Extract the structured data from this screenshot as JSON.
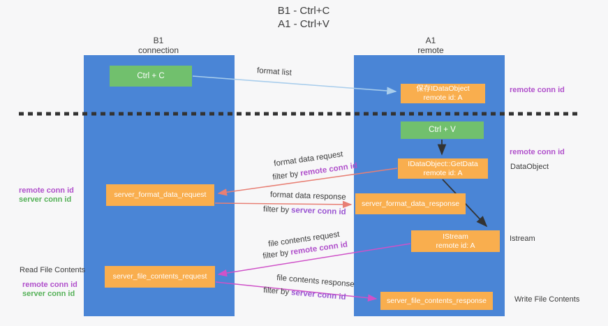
{
  "title": {
    "line1": "B1 - Ctrl+C",
    "line2": "A1 - Ctrl+V"
  },
  "columns": {
    "b1": {
      "name": "B1",
      "subtitle": "connection"
    },
    "a1": {
      "name": "A1",
      "subtitle": "remote"
    }
  },
  "nodes": {
    "ctrl_c": {
      "label": "Ctrl + C"
    },
    "save_idataobject": {
      "line1": "保存IDataObject",
      "line2": "remote id: A"
    },
    "ctrl_v": {
      "label": "Ctrl + V"
    },
    "getdata": {
      "line1": "IDataObject::GetData",
      "line2": "remote id: A"
    },
    "format_request": {
      "label": "server_format_data_request"
    },
    "format_response": {
      "label": "server_format_data_response"
    },
    "istream": {
      "line1": "IStream",
      "line2": "remote id: A"
    },
    "file_request": {
      "label": "server_file_contents_request"
    },
    "file_response": {
      "label": "server_file_contents_response"
    }
  },
  "flow_labels": {
    "format_list": "format list",
    "filter_by": "filter by",
    "format_data_request": "format data request",
    "format_data_request_filter": "remote conn id",
    "format_data_response": "format data response",
    "format_data_response_filter": "server conn id",
    "file_contents_request": "file contents request",
    "file_contents_request_filter": "remote conn id",
    "file_contents_response": "file contents response",
    "file_contents_response_filter": "server conn id"
  },
  "side_labels": {
    "remote_conn_top_right": "remote conn id",
    "remote_conn_mid_right": "remote conn id",
    "dataobject": "DataObject",
    "istream": "Istream",
    "write_file_contents": "Write File Contents",
    "remote_conn_left_1": "remote conn id",
    "server_conn_left_1": "server conn id",
    "read_file_contents": "Read File Contents",
    "remote_conn_left_2": "remote conn id",
    "server_conn_left_2": "server conn id"
  },
  "colors": {
    "column_blue": "#4a85d6",
    "box_green": "#71c06d",
    "box_orange": "#f9ae4e",
    "arrow_salmon": "#e87f74",
    "arrow_magenta": "#cf52c8",
    "arrow_lightblue": "#a8cdec",
    "arrow_black": "#333333",
    "text_dark": "#3b3b3b",
    "remote_conn_purple": "#b050cb",
    "server_conn_violet": "#9a55d2",
    "server_conn_green": "#55b158"
  }
}
